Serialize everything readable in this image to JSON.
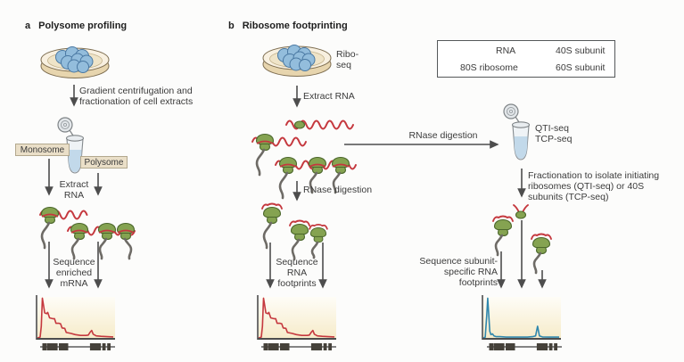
{
  "figure": {
    "panel_a": {
      "label": "a",
      "title": "Polysome profiling",
      "step_centrifugation": "Gradient centrifugation and\nfractionation of cell extracts",
      "monosome_label": "Monosome",
      "polysome_label": "Polysome",
      "step_extract": "Extract\nRNA",
      "step_sequence": "Sequence\nenriched\nmRNA"
    },
    "panel_b": {
      "label": "b",
      "title": "Ribosome footprinting",
      "dish_label": "Ribo-\nseq",
      "step_extract": "Extract RNA",
      "step_rnase_right": "RNase digestion",
      "step_rnase_down": "RNase digestion",
      "step_sequence": "Sequence\nRNA\nfootprints"
    },
    "branch_qti_tcp": {
      "tube_label": "QTI-seq\nTCP-seq",
      "step_fractionation": "Fractionation to isolate initiating\nribosomes (QTI-seq) or 40S\nsubunits (TCP-seq)",
      "step_sequence": "Sequence subunit-\nspecific RNA\nfootprints"
    },
    "legend": {
      "rna": "RNA",
      "ribosome_80s": "80S ribosome",
      "subunit_40s": "40S subunit",
      "subunit_60s": "60S subunit"
    }
  },
  "colors": {
    "rna_red": "#c5383e",
    "ribosome_green": "#85a351",
    "ribosome_outline": "#4c682c",
    "coverage_blue": "#2f87ad",
    "arrow_gray": "#4d4d4d",
    "exon_dark": "#45413a",
    "dish_tan": "#f8f0e0",
    "cell_blue": "#93bddc"
  },
  "chart_data": [
    {
      "id": "coverage-a",
      "type": "area",
      "label": "enriched mRNA read coverage over gene model",
      "color": "#c5383e",
      "points": [
        [
          0,
          0.02
        ],
        [
          0.035,
          0.04
        ],
        [
          0.05,
          0.3
        ],
        [
          0.065,
          0.97
        ],
        [
          0.08,
          0.8
        ],
        [
          0.095,
          0.62
        ],
        [
          0.12,
          0.6
        ],
        [
          0.135,
          0.63
        ],
        [
          0.16,
          0.5
        ],
        [
          0.2,
          0.48
        ],
        [
          0.225,
          0.48
        ],
        [
          0.245,
          0.37
        ],
        [
          0.285,
          0.37
        ],
        [
          0.305,
          0.36
        ],
        [
          0.325,
          0.26
        ],
        [
          0.36,
          0.25
        ],
        [
          0.38,
          0.15
        ],
        [
          0.44,
          0.13
        ],
        [
          0.5,
          0.1
        ],
        [
          0.57,
          0.08
        ],
        [
          0.64,
          0.08
        ],
        [
          0.67,
          0.09
        ],
        [
          0.695,
          0.16
        ],
        [
          0.715,
          0.2
        ],
        [
          0.735,
          0.11
        ],
        [
          0.775,
          0.07
        ],
        [
          0.84,
          0.06
        ],
        [
          0.92,
          0.05
        ],
        [
          1,
          0.045
        ]
      ],
      "exons": [
        [
          0.03,
          0.055
        ],
        [
          0.088,
          0.145
        ],
        [
          0.25,
          0.125
        ],
        [
          0.665,
          0.145
        ],
        [
          0.83,
          0.045
        ],
        [
          0.895,
          0.045
        ]
      ]
    },
    {
      "id": "coverage-b",
      "type": "area",
      "label": "RNA footprint read coverage over gene model",
      "color": "#c5383e",
      "points": [
        [
          0,
          0.02
        ],
        [
          0.035,
          0.04
        ],
        [
          0.05,
          0.3
        ],
        [
          0.065,
          0.97
        ],
        [
          0.08,
          0.8
        ],
        [
          0.095,
          0.62
        ],
        [
          0.12,
          0.6
        ],
        [
          0.135,
          0.63
        ],
        [
          0.16,
          0.5
        ],
        [
          0.2,
          0.48
        ],
        [
          0.225,
          0.48
        ],
        [
          0.245,
          0.37
        ],
        [
          0.285,
          0.37
        ],
        [
          0.305,
          0.36
        ],
        [
          0.325,
          0.26
        ],
        [
          0.36,
          0.25
        ],
        [
          0.38,
          0.15
        ],
        [
          0.44,
          0.13
        ],
        [
          0.5,
          0.1
        ],
        [
          0.57,
          0.08
        ],
        [
          0.64,
          0.08
        ],
        [
          0.67,
          0.09
        ],
        [
          0.695,
          0.16
        ],
        [
          0.715,
          0.2
        ],
        [
          0.735,
          0.11
        ],
        [
          0.775,
          0.07
        ],
        [
          0.84,
          0.06
        ],
        [
          0.92,
          0.05
        ],
        [
          1,
          0.045
        ]
      ],
      "exons": [
        [
          0.03,
          0.055
        ],
        [
          0.088,
          0.145
        ],
        [
          0.25,
          0.125
        ],
        [
          0.665,
          0.145
        ],
        [
          0.83,
          0.045
        ],
        [
          0.895,
          0.045
        ]
      ]
    },
    {
      "id": "coverage-qti",
      "type": "area",
      "label": "subunit-specific footprint coverage over gene model",
      "color": "#2f87ad",
      "points": [
        [
          0,
          0.02
        ],
        [
          0.025,
          0.04
        ],
        [
          0.045,
          0.55
        ],
        [
          0.058,
          0.97
        ],
        [
          0.07,
          0.6
        ],
        [
          0.085,
          0.18
        ],
        [
          0.1,
          0.1
        ],
        [
          0.12,
          0.12
        ],
        [
          0.14,
          0.07
        ],
        [
          0.17,
          0.05
        ],
        [
          0.22,
          0.05
        ],
        [
          0.3,
          0.04
        ],
        [
          0.45,
          0.04
        ],
        [
          0.58,
          0.04
        ],
        [
          0.65,
          0.05
        ],
        [
          0.69,
          0.07
        ],
        [
          0.715,
          0.3
        ],
        [
          0.74,
          0.07
        ],
        [
          0.78,
          0.045
        ],
        [
          0.86,
          0.04
        ],
        [
          1,
          0.04
        ]
      ],
      "exons": [
        [
          0.03,
          0.055
        ],
        [
          0.088,
          0.145
        ],
        [
          0.25,
          0.125
        ],
        [
          0.665,
          0.145
        ],
        [
          0.83,
          0.045
        ],
        [
          0.895,
          0.045
        ]
      ]
    }
  ]
}
